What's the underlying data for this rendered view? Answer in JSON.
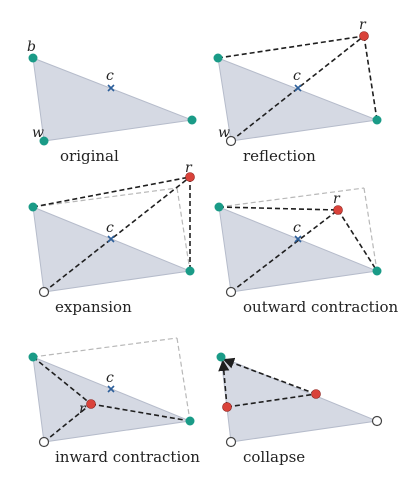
{
  "panels": {
    "original": {
      "caption": "original",
      "labels": {
        "b": "b",
        "c": "c",
        "w": "w"
      }
    },
    "reflection": {
      "caption": "reflection",
      "labels": {
        "r": "r",
        "c": "c",
        "w": "w"
      }
    },
    "expansion": {
      "caption": "expansion",
      "labels": {
        "r": "r",
        "c": "c"
      }
    },
    "outward_contraction": {
      "caption": "outward contraction",
      "labels": {
        "r": "r",
        "c": "c"
      }
    },
    "inward_contraction": {
      "caption": "inward contraction",
      "labels": {
        "r": "r",
        "c": "c"
      }
    },
    "collapse": {
      "caption": "collapse"
    }
  },
  "colors": {
    "simplex_fill": "#d5d9e3",
    "vertex": "#1a9b87",
    "trial_point": "#d9423a",
    "centroid": "#2d5f9a"
  }
}
